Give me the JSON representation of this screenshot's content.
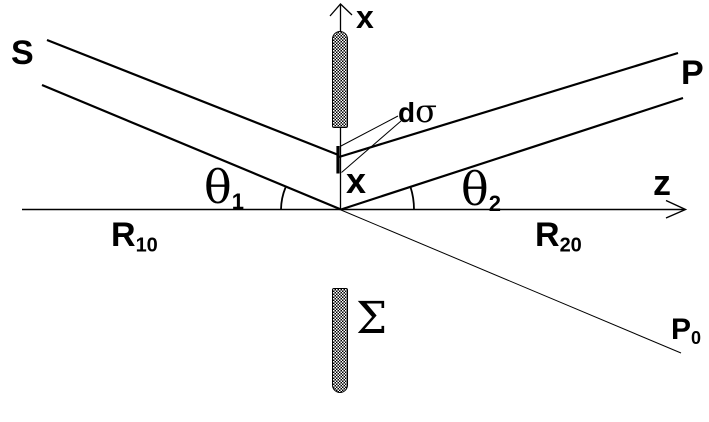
{
  "colors": {
    "ink": "#000000",
    "paper": "#ffffff"
  },
  "labels": {
    "source_beam": "S",
    "reference_beam": "P",
    "axis_x": "x",
    "axis_z": "z",
    "surface_element": {
      "d": "d",
      "sigma": "σ"
    },
    "element_height": "x",
    "theta_1": {
      "base": "θ",
      "sub": "1"
    },
    "theta_2": {
      "base": "θ",
      "sub": "2"
    },
    "radius_r10": {
      "base": "R",
      "sub": "10"
    },
    "radius_r20": {
      "base": "R",
      "sub": "20"
    },
    "point_p0": {
      "base": "P",
      "sub": "0"
    },
    "hologram_plane": "Σ"
  }
}
